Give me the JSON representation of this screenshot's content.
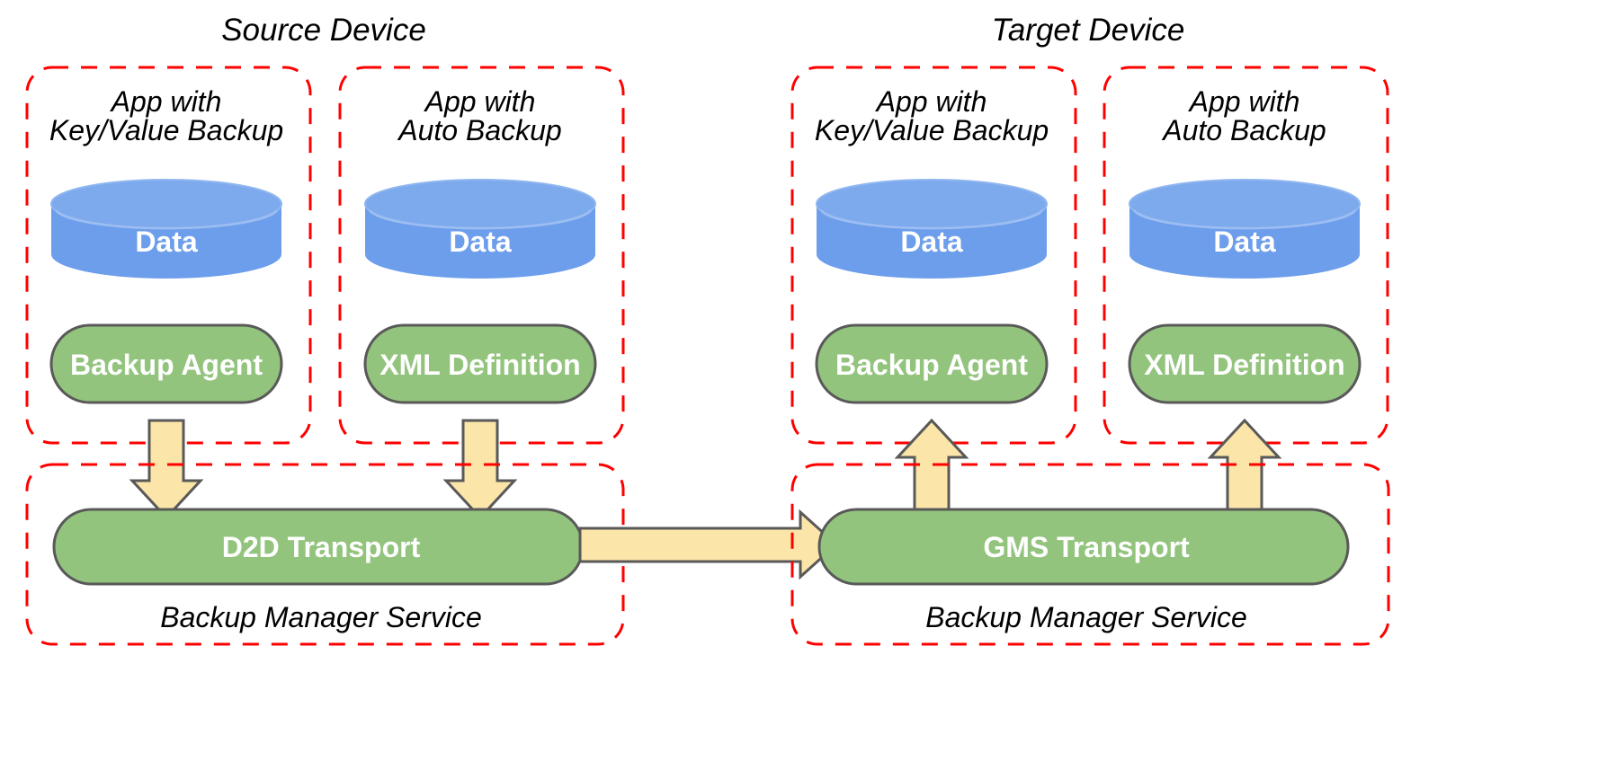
{
  "diagram": {
    "title_source": "Source Device",
    "title_target": "Target Device",
    "colors": {
      "dashed_border": "#ff0000",
      "green_fill": "#93c47d",
      "green_stroke": "#595959",
      "cylinder_fill": "#6d9eeb",
      "arrow_fill": "#fce5a8",
      "arrow_stroke": "#595959",
      "text_dark": "#000000",
      "text_light": "#ffffff",
      "background": "#ffffff"
    },
    "devices": [
      {
        "name": "source-device",
        "title": "Source Device",
        "apps": [
          {
            "name": "app-key-value-backup",
            "title_line1": "App with",
            "title_line2": "Key/Value Backup",
            "data_label": "Data",
            "component_label": "Backup Agent",
            "flow_direction": "down"
          },
          {
            "name": "app-auto-backup",
            "title_line1": "App with",
            "title_line2": "Auto Backup",
            "data_label": "Data",
            "component_label": "XML Definition",
            "flow_direction": "down"
          }
        ],
        "service": {
          "name": "backup-manager-service-source",
          "transport_label": "D2D Transport",
          "service_label": "Backup Manager Service"
        }
      },
      {
        "name": "target-device",
        "title": "Target Device",
        "apps": [
          {
            "name": "app-key-value-backup",
            "title_line1": "App with",
            "title_line2": "Key/Value Backup",
            "data_label": "Data",
            "component_label": "Backup Agent",
            "flow_direction": "up"
          },
          {
            "name": "app-auto-backup",
            "title_line1": "App with",
            "title_line2": "Auto Backup",
            "data_label": "Data",
            "component_label": "XML Definition",
            "flow_direction": "up"
          }
        ],
        "service": {
          "name": "backup-manager-service-target",
          "transport_label": "GMS Transport",
          "service_label": "Backup Manager Service"
        }
      }
    ],
    "connector": {
      "name": "d2d-to-gms-arrow",
      "direction": "right",
      "label": ""
    }
  }
}
